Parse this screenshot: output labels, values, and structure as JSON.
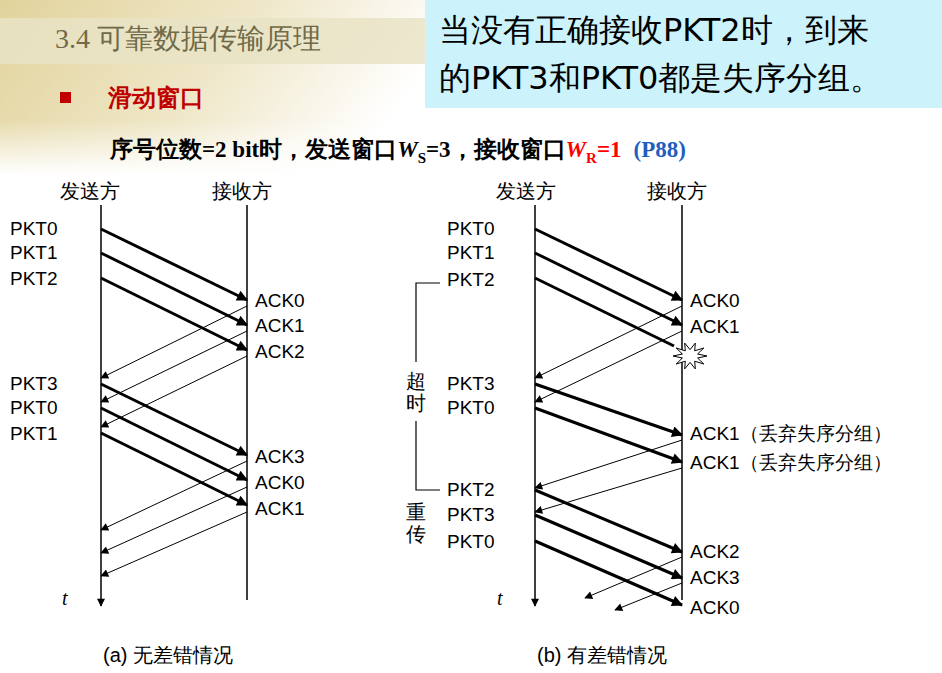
{
  "diagram": {
    "title": "3.4 可靠数据传输原理",
    "nodes": [
      {
        "text": [
          "当没有正确接收PKT2时，到来的PKT3和PKT0都是失序分组。"
        ]
      }
    ],
    "labels": [
      "滑动窗口",
      "序号位数=2 bit时，发送窗口",
      "W",
      "S",
      "=3，接收窗口",
      "W",
      "R",
      "=1",
      "(P88)",
      "发送方",
      "接收方",
      "PKT0",
      "PKT1",
      "PKT2",
      "PKT3",
      "PKT0",
      "PKT1",
      "ACK0",
      "ACK1",
      "ACK2",
      "ACK3",
      "ACK0",
      "ACK1",
      "t",
      "(a) 无差错情况",
      "发送方",
      "接收方",
      "PKT0",
      "PKT1",
      "PKT2",
      "超时",
      "PKT3",
      "PKT0",
      "PKT2",
      "重传",
      "PKT3",
      "PKT0",
      "ACK0",
      "ACK1",
      "ACK1（丢弃失序分组）",
      "ACK1（丢弃失序分组）",
      "ACK2",
      "ACK3",
      "ACK0",
      "t",
      "(b) 有差错情况"
    ]
  }
}
